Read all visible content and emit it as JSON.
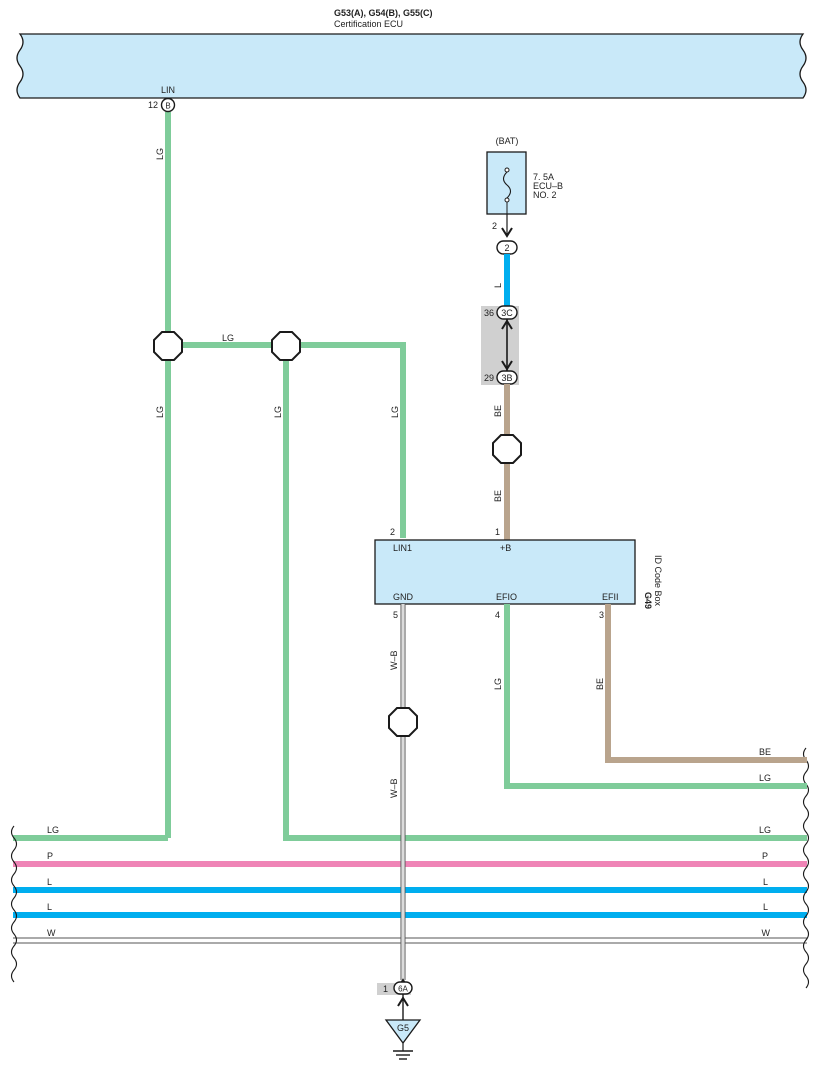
{
  "ecu": {
    "title": "G53(A), G54(B), G55(C)",
    "subtitle": "Certification ECU",
    "pin_label": "LIN",
    "pin_no": "12",
    "pin_conn": "B"
  },
  "colors": {
    "LG": "#7fcc9a",
    "L": "#00aeef",
    "BE": "#b9a48d",
    "P": "#ef84b6",
    "W": "#ffffff",
    "W-B": "#ffffff",
    "box_fill": "#c9e9f9",
    "conn_grey": "#d0d0d0"
  },
  "fuse": {
    "supply": "(BAT)",
    "rating": "7. 5A",
    "name": "ECU–B",
    "no": "NO. 2",
    "pin": "2",
    "conn": "2"
  },
  "junction": {
    "top_pin": "36",
    "top_conn": "3C",
    "bottom_pin": "29",
    "bottom_conn": "3B"
  },
  "idbox": {
    "code": "G49",
    "name": "ID Code Box",
    "pins": {
      "lin1": {
        "name": "LIN1",
        "no": "2"
      },
      "b": {
        "name": "+B",
        "no": "1"
      },
      "gnd": {
        "name": "GND",
        "no": "5"
      },
      "efio": {
        "name": "EFIO",
        "no": "4"
      },
      "efii": {
        "name": "EFII",
        "no": "3"
      }
    }
  },
  "wires": {
    "lin_ecu": "LG",
    "lin_mid": "LG",
    "lin_left": "LG",
    "lin_branch": "LG",
    "lin_right": "LG",
    "fuse_out": "L",
    "b_upper": "BE",
    "b_lower": "BE",
    "gnd_upper": "W–B",
    "gnd_lower": "W–B",
    "efio": "LG",
    "efii": "BE"
  },
  "right_exits": {
    "efii": "BE",
    "efio": "LG"
  },
  "buses": [
    "LG",
    "P",
    "L",
    "L",
    "W"
  ],
  "ground": {
    "pin": "1",
    "conn": "6A",
    "name": "G5"
  }
}
